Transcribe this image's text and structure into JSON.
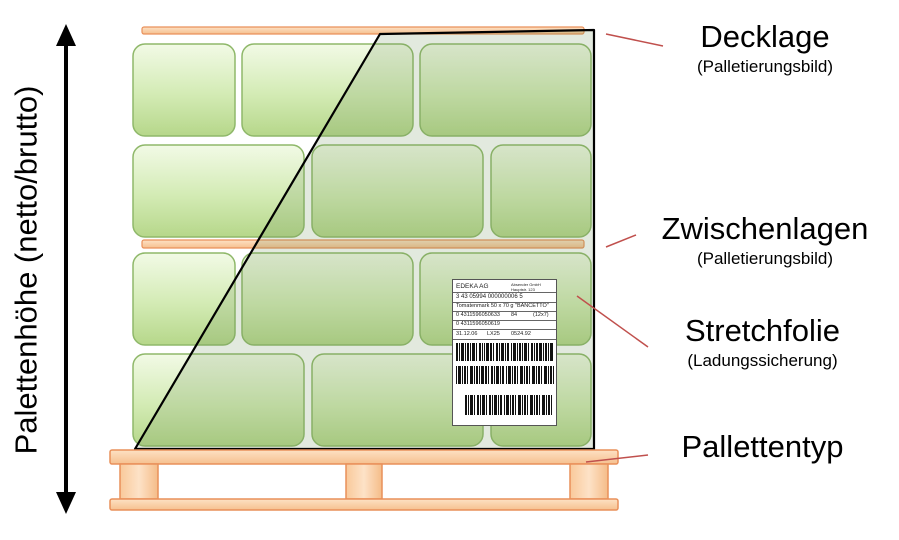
{
  "axis": {
    "label": "Palettenhöhe (netto/brutto)"
  },
  "callouts": {
    "decklage": {
      "title": "Decklage",
      "subtitle": "(Palletierungsbild)"
    },
    "zwischenlagen": {
      "title": "Zwischenlagen",
      "subtitle": "(Palletierungsbild)"
    },
    "stretchfolie": {
      "title": "Stretchfolie",
      "subtitle": "(Ladungssicherung)"
    },
    "pallettentyp": {
      "title": "Pallettentyp"
    }
  },
  "shipping_label": {
    "company": "EDEKA AG",
    "sender": "Absender GmbH Hauptstr. 123",
    "sscc": "3 43 05994 000000006 5",
    "product": "Tomatenmark 50 x 70 g \"BANCETTO\"",
    "gtin_content": "0 4311596050633",
    "quantity": "84",
    "pack": "(12x7)",
    "gtin_unit": "0 4311596050619",
    "date": "31.12.06",
    "batch": "LX25",
    "lot": "0524.92"
  },
  "colors": {
    "box_fill_light": "#eaf6d8",
    "box_fill_dark": "#b6d78a",
    "box_border": "#8fb86a",
    "pallet_fill": "#fbd0a8",
    "pallet_border": "#e9905a",
    "leader_line": "#c0504d"
  }
}
